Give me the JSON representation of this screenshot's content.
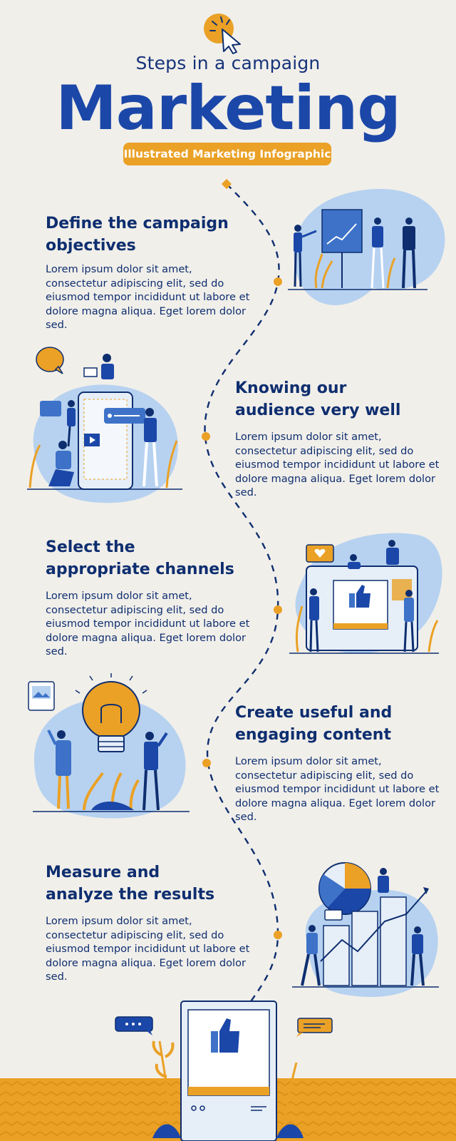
{
  "header": {
    "subtitle": "Steps in a campaign",
    "title": "Marketing",
    "badge": "Illustrated Marketing Infographic"
  },
  "steps": [
    {
      "title_line1": "Define the campaign",
      "title_line2": "objectives",
      "body": "Lorem ipsum dolor sit amet, consectetur adipiscing elit, sed do eiusmod tempor incididunt ut labore et dolore magna aliqua. Eget lorem dolor sed."
    },
    {
      "title_line1": "Knowing our",
      "title_line2": "audience very well",
      "body": "Lorem ipsum dolor sit amet, consectetur adipiscing elit, sed do eiusmod tempor incididunt ut labore et dolore magna aliqua. Eget lorem dolor sed."
    },
    {
      "title_line1": "Select the",
      "title_line2": "appropriate channels",
      "body": "Lorem ipsum dolor sit amet, consectetur adipiscing elit, sed do eiusmod tempor incididunt ut labore et dolore magna aliqua. Eget lorem dolor sed."
    },
    {
      "title_line1": "Create useful and",
      "title_line2": "engaging content",
      "body": "Lorem ipsum dolor sit amet, consectetur adipiscing elit, sed do eiusmod tempor incididunt ut labore et dolore magna aliqua. Eget lorem dolor sed."
    },
    {
      "title_line1": "Measure and",
      "title_line2": "analyze the results",
      "body": "Lorem ipsum dolor sit amet, consectetur adipiscing elit, sed do eiusmod tempor incididunt ut labore et dolore magna aliqua. Eget lorem dolor sed."
    }
  ],
  "colors": {
    "background": "#f1efea",
    "primary_blue": "#1b47a8",
    "navy": "#0e2e6f",
    "accent_orange": "#eaa126",
    "light_blue": "#b7d2f0"
  },
  "icons": [
    "cursor-click-icon",
    "presentation-board-icon",
    "smartphone-icon",
    "chat-bubble-icon",
    "thumbs-up-icon",
    "heart-icon",
    "light-bulb-icon",
    "image-icon",
    "pie-chart-icon",
    "bar-chart-icon",
    "social-post-icon"
  ]
}
